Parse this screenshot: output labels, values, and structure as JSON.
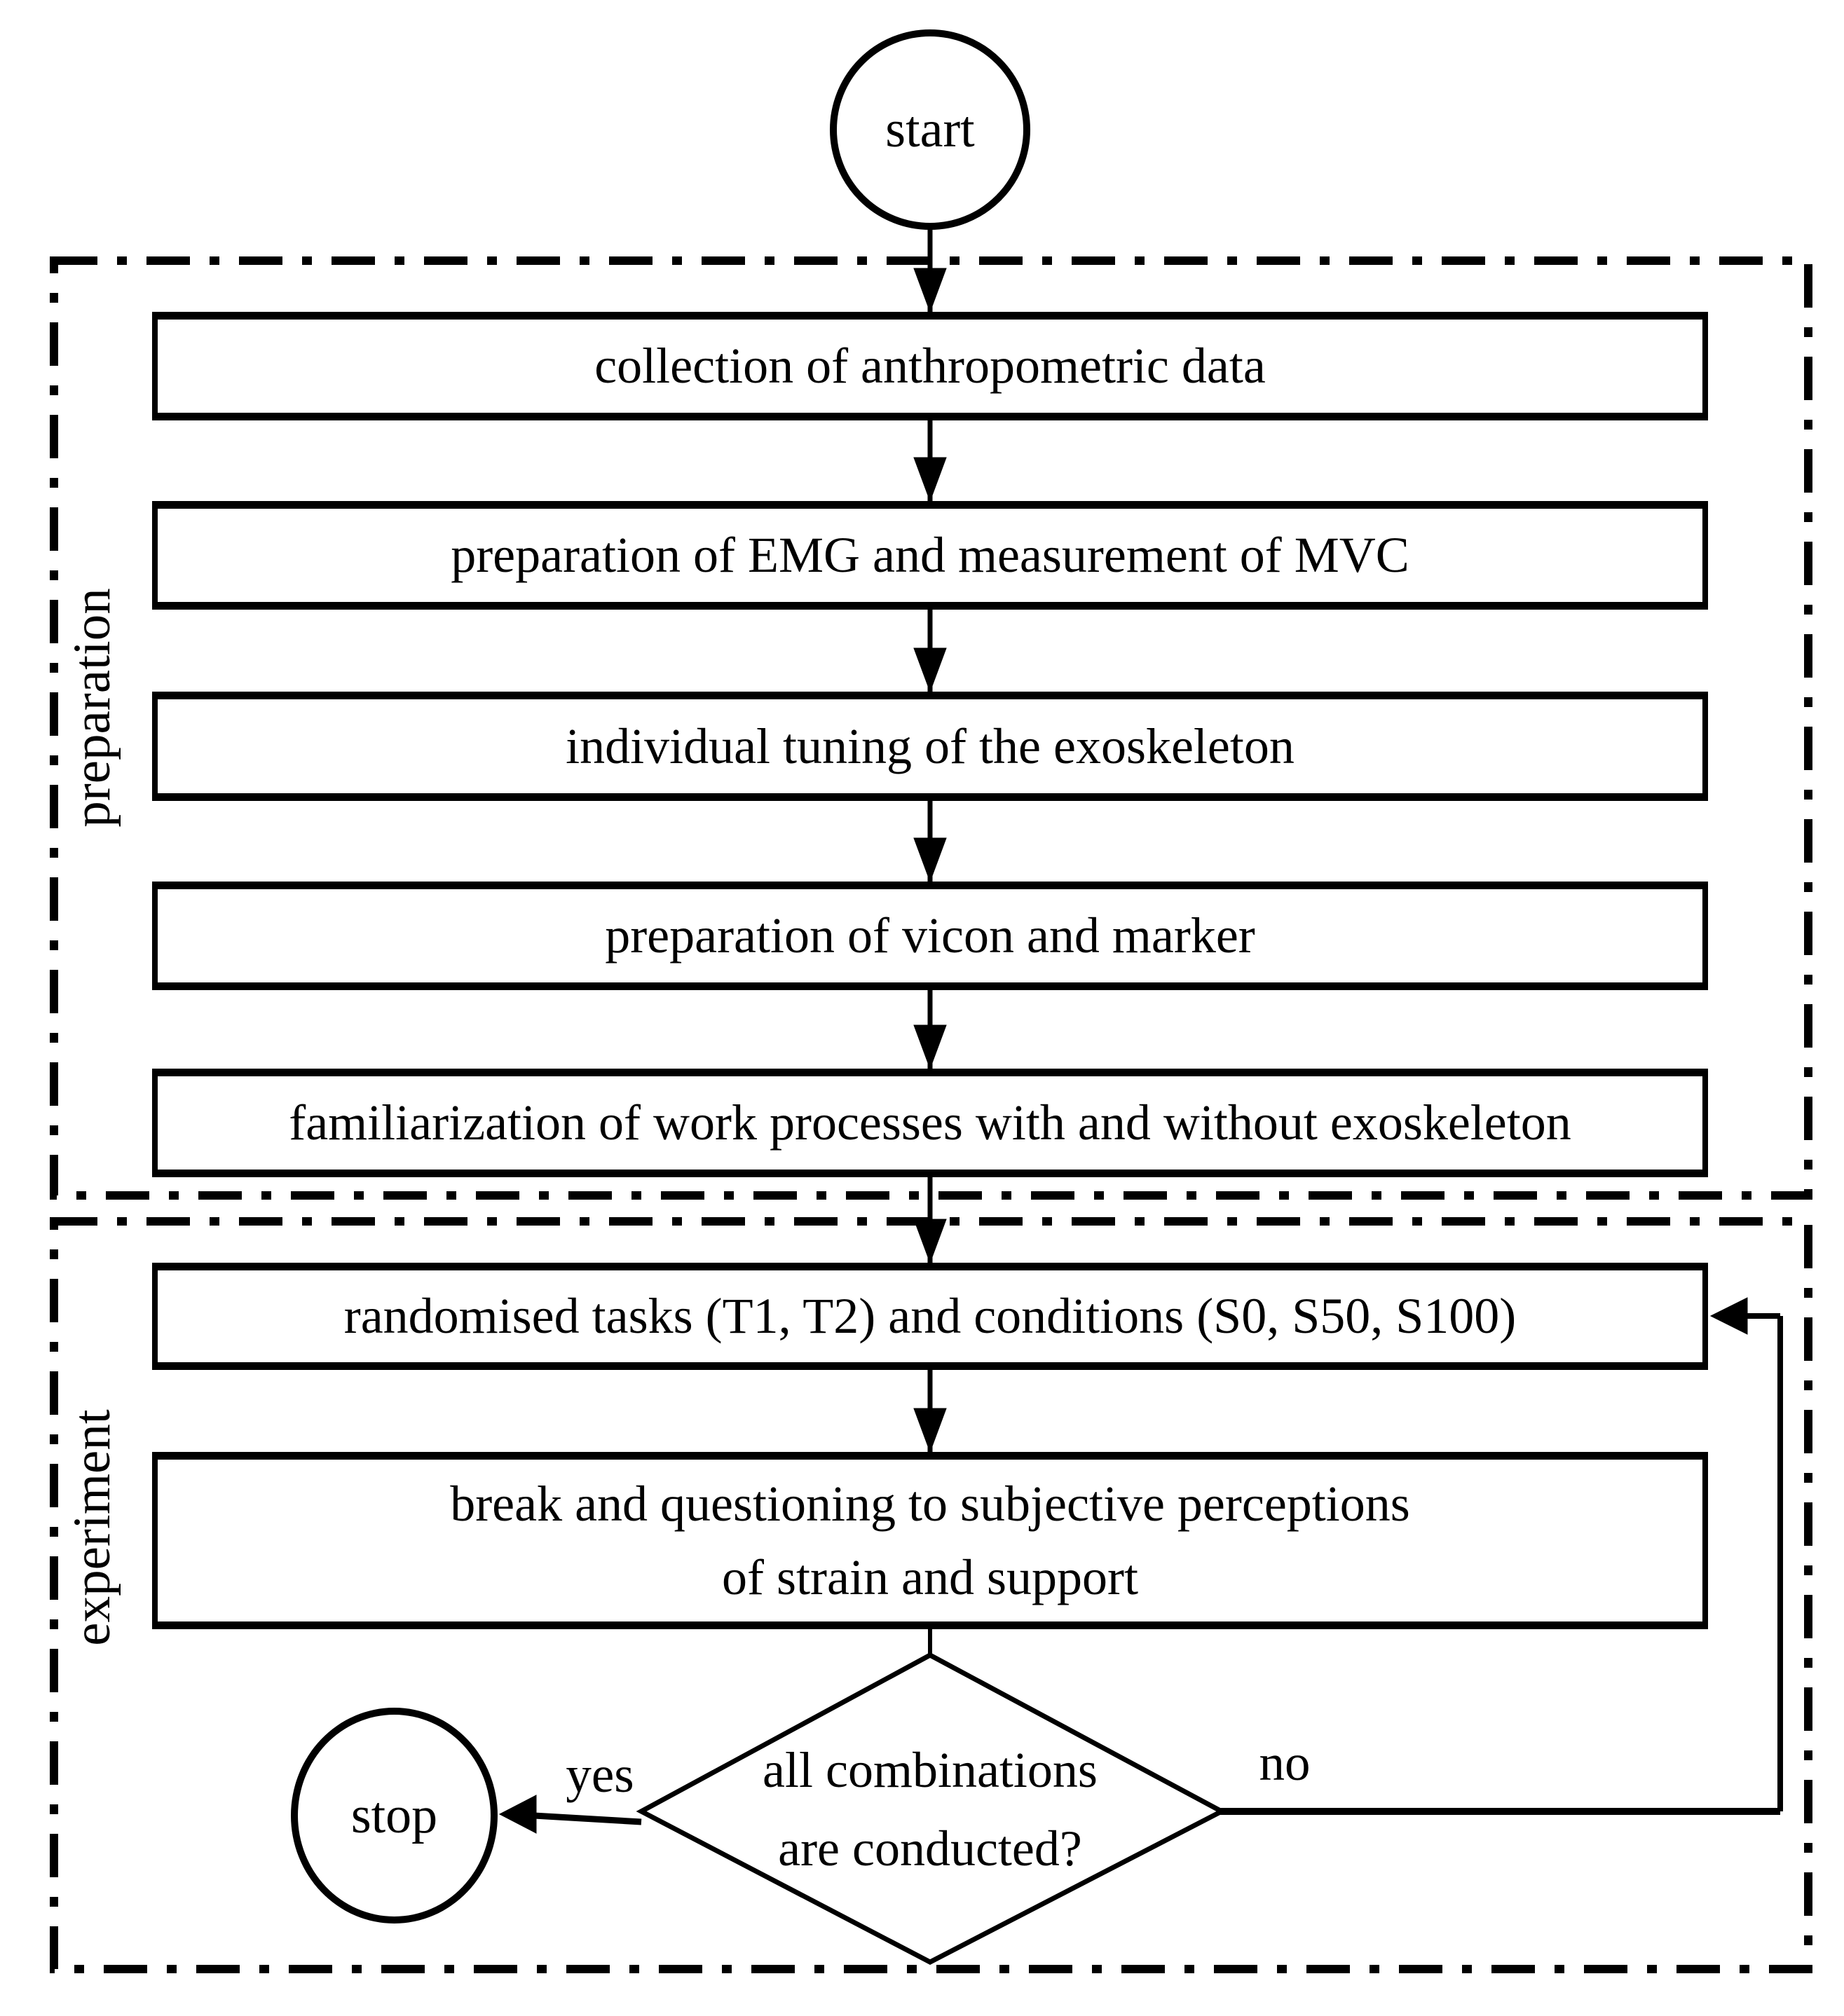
{
  "diagram": {
    "start_label": "start",
    "stop_label": "stop",
    "sections": {
      "preparation": {
        "label": "preparation"
      },
      "experiment": {
        "label": "experiment"
      }
    },
    "steps": [
      {
        "label": "collection of anthropometric data"
      },
      {
        "label": "preparation of EMG and measurement of MVC"
      },
      {
        "label": "individual tuning of the exoskeleton"
      },
      {
        "label": "preparation of vicon and marker"
      },
      {
        "label": "familiarization of work processes with and without exoskeleton"
      },
      {
        "label": "randomised tasks (T1, T2) and conditions (S0, S50, S100)"
      },
      {
        "line1": "break and questioning to subjective perceptions",
        "line2": "of strain and support"
      }
    ],
    "decision": {
      "line1": "all combinations",
      "line2": "are conducted?",
      "yes_label": "yes",
      "no_label": "no"
    },
    "colors": {
      "line": "#000000",
      "background": "#ffffff"
    }
  }
}
